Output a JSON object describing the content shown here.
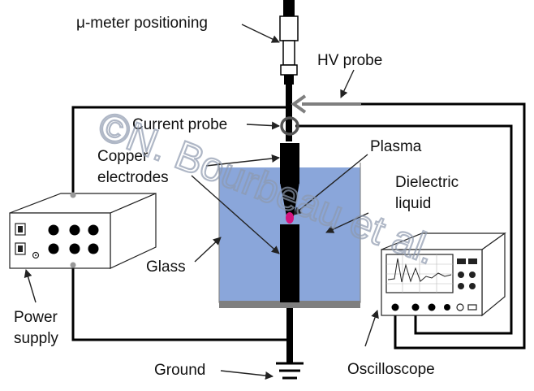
{
  "labels": {
    "positioning": "μ-meter positioning",
    "hv_probe": "HV probe",
    "current_probe": "Current probe",
    "plasma": "Plasma",
    "copper_line1": "Copper",
    "copper_line2": "electrodes",
    "dielectric_line1": "Dielectric",
    "dielectric_line2": "liquid",
    "glass": "Glass",
    "power_line1": "Power",
    "power_line2": "supply",
    "ground": "Ground",
    "oscilloscope": "Oscilloscope"
  },
  "watermark": "©N. Bourbeau et al.",
  "colors": {
    "liquid": "#8aa6da",
    "plasma": "#d4147e",
    "hv_arrow": "#7f7f7f",
    "tank_base": "#7f7f7f",
    "watermark": "#8e9aae"
  }
}
